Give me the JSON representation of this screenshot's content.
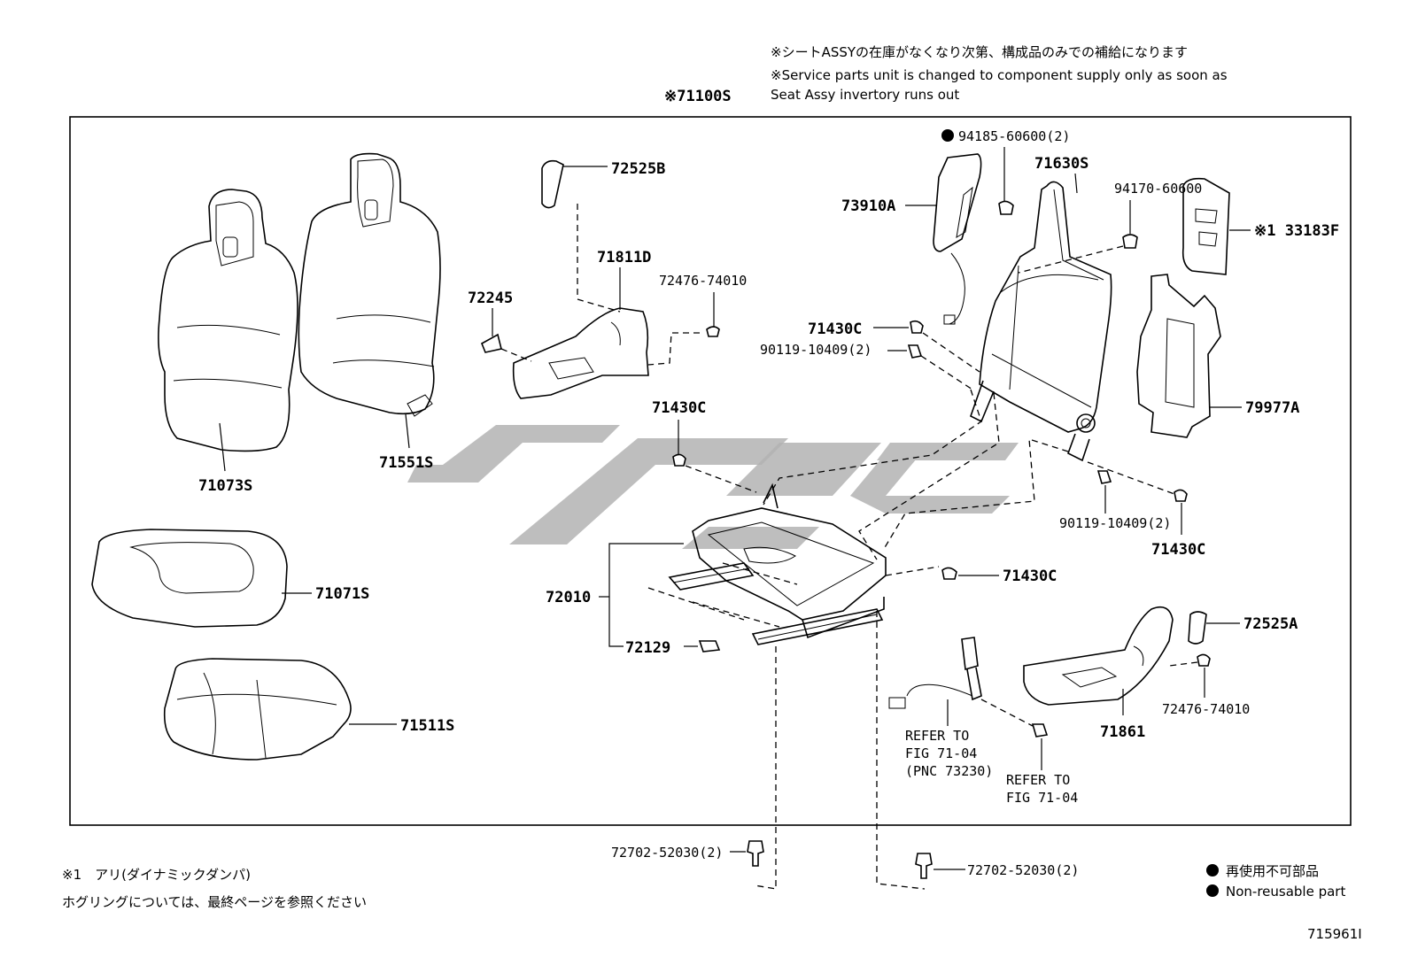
{
  "header": {
    "note_jp": "※シートASSYの在庫がなくなり次第、構成品のみでの補給になります",
    "note_en_line1": "※Service parts unit is changed to component supply only as soon as",
    "note_en_line2": "Seat Assy invertory runs out",
    "assembly_code": "※71100S"
  },
  "parts": {
    "p71073S": "71073S",
    "p71551S": "71551S",
    "p71071S": "71071S",
    "p71511S": "71511S",
    "p72525B": "72525B",
    "p71811D": "71811D",
    "p72476_top": "72476-74010",
    "p72245": "72245",
    "p71430C_a": "71430C",
    "p72010": "72010",
    "p72129": "72129",
    "p94185": "94185-60600(2)",
    "p73910A": "73910A",
    "p71630S": "71630S",
    "p94170": "94170-60600",
    "p33183F": "※1 33183F",
    "p79977A": "79977A",
    "p71430C_b": "71430C",
    "p90119_a": "90119-10409(2)",
    "p90119_b": "90119-10409(2)",
    "p71430C_c": "71430C",
    "p71430C_d": "71430C",
    "p72525A": "72525A",
    "p72476_bottom": "72476-74010",
    "p71861": "71861",
    "p72702_a": "72702-52030(2)",
    "p72702_b": "72702-52030(2)"
  },
  "refs": {
    "ref1_line1": "REFER TO",
    "ref1_line2": "FIG 71-04",
    "ref1_line3": "(PNC 73230)",
    "ref2_line1": "REFER TO",
    "ref2_line2": "FIG 71-04"
  },
  "footer": {
    "footnote1": "※1　アリ(ダイナミックダンパ)",
    "footnote2": "ホグリングについては、最終ページを参照ください",
    "legend_jp": "再使用不可部品",
    "legend_en": "Non-reusable part",
    "figure_id": "715961I"
  },
  "colors": {
    "line": "#000000",
    "watermark": "#b3b3b3",
    "background": "#ffffff"
  }
}
